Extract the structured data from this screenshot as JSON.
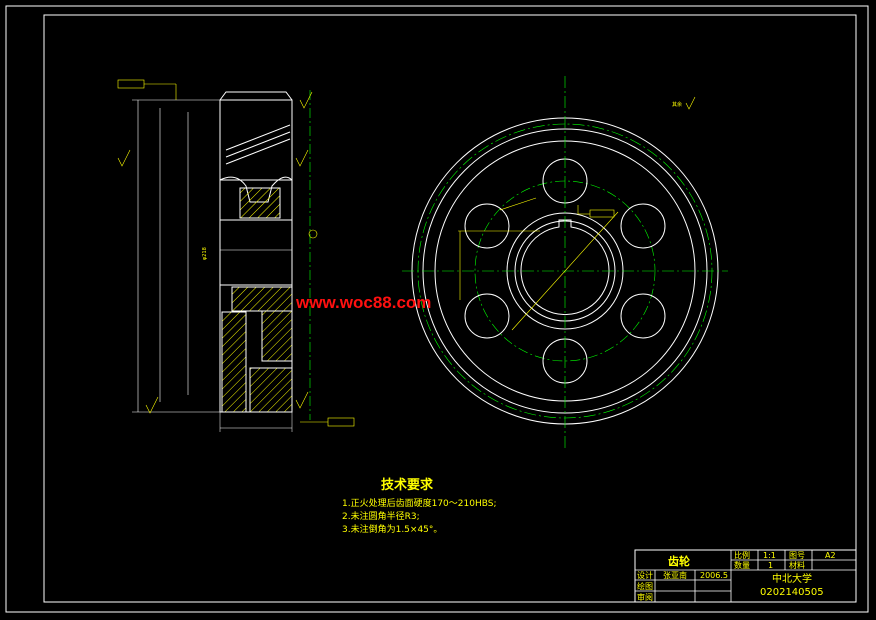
{
  "tech_requirements": {
    "title": "技术要求",
    "items": [
      "1.正火处理后齿面硬度170～210HBS;",
      "2.未注圆角半径R3;",
      "3.未注倒角为1.5×45°。"
    ]
  },
  "watermark": "www.woc88.com",
  "title_block": {
    "part_name": "齿轮",
    "scale_label": "比例",
    "scale_value": "1:1",
    "drawing_no_label": "图号",
    "drawing_no_value": "A2",
    "quantity_label": "数量",
    "quantity_value": "1",
    "material_label": "材料",
    "design_label": "设计",
    "designer": "张亚南",
    "date": "2006.5",
    "drafting_label": "绘图",
    "review_label": "审阅",
    "school": "中北大学",
    "student_id": "0202140505"
  },
  "annotations": {
    "surface_finish": "其余",
    "dim_phi_outer": "φ218",
    "dim_width": "—"
  },
  "colors": {
    "background": "#000000",
    "border": "#ffffff",
    "outline": "#ffffff",
    "centerline": "#00ff00",
    "dimension": "#ffff00",
    "hatch": "#ffff00",
    "watermark": "#ff1010"
  }
}
